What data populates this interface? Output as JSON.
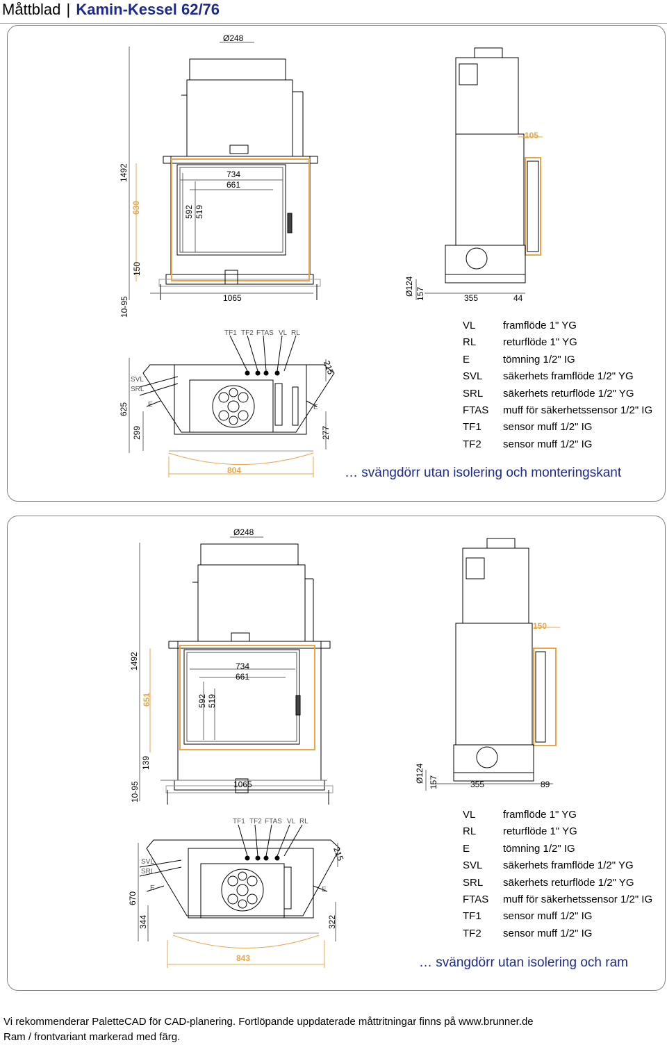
{
  "header": {
    "prefix": "Måttblad",
    "separator": "|",
    "title": "Kamin-Kessel 62/76"
  },
  "panels": [
    {
      "front": {
        "d248": "Ø248",
        "h1492": "1492",
        "h630": "630",
        "w734": "734",
        "w661": "661",
        "h592": "592",
        "h519": "519",
        "h150": "150",
        "w1065": "1065",
        "h1095": "10-95"
      },
      "side": {
        "w105": "105",
        "d124": "Ø124",
        "w157": "157",
        "w355": "355",
        "w44": "44"
      },
      "bottom": {
        "tf1": "TF1",
        "tf2": "TF2",
        "ftas": "FTAS",
        "vl": "VL",
        "rl": "RL",
        "svl": "SVL",
        "srl": "SRL",
        "e": "E",
        "h625": "625",
        "h299": "299",
        "h215": "215",
        "h277": "277",
        "w804": "804"
      },
      "legend": [
        {
          "code": "VL",
          "desc": "framflöde 1\" YG"
        },
        {
          "code": "RL",
          "desc": "returflöde 1\" YG"
        },
        {
          "code": "E",
          "desc": "tömning 1/2\" IG"
        },
        {
          "code": "SVL",
          "desc": "säkerhets framflöde 1/2\" YG"
        },
        {
          "code": "SRL",
          "desc": "säkerhets returflöde 1/2\" YG"
        },
        {
          "code": "FTAS",
          "desc": "muff för säkerhetssensor 1/2\" IG"
        },
        {
          "code": "TF1",
          "desc": "sensor muff 1/2\" IG"
        },
        {
          "code": "TF2",
          "desc": "sensor muff  1/2\" IG"
        }
      ],
      "variant": "… svängdörr utan isolering och monteringskant"
    },
    {
      "front": {
        "d248": "Ø248",
        "h1492": "1492",
        "h630": "651",
        "w734": "734",
        "w661": "661",
        "h592": "592",
        "h519": "519",
        "h150": "139",
        "w1065": "1065",
        "h1095": "10-95"
      },
      "side": {
        "w105": "150",
        "d124": "Ø124",
        "w157": "157",
        "w355": "355",
        "w44": "89"
      },
      "bottom": {
        "tf1": "TF1",
        "tf2": "TF2",
        "ftas": "FTAS",
        "vl": "VL",
        "rl": "RL",
        "svl": "SVL",
        "srl": "SRL",
        "e": "E",
        "h625": "670",
        "h299": "344",
        "h215": "215",
        "h277": "322",
        "w804": "843"
      },
      "legend": [
        {
          "code": "VL",
          "desc": "framflöde 1\" YG"
        },
        {
          "code": "RL",
          "desc": "returflöde 1\" YG"
        },
        {
          "code": "E",
          "desc": "tömning 1/2\" IG"
        },
        {
          "code": "SVL",
          "desc": "säkerhets framflöde 1/2\" YG"
        },
        {
          "code": "SRL",
          "desc": "säkerhets returflöde 1/2\" YG"
        },
        {
          "code": "FTAS",
          "desc": "muff för säkerhetssensor 1/2\" IG"
        },
        {
          "code": "TF1",
          "desc": "sensor muff 1/2\" IG"
        },
        {
          "code": "TF2",
          "desc": "sensor muff  1/2\" IG"
        }
      ],
      "variant": "… svängdörr utan isolering och ram"
    }
  ],
  "footer": {
    "line1": "Vi rekommenderar PaletteCAD för CAD-planering. Fortlöpande uppdaterade måttritningar finns på www.brunner.de",
    "line2": "Ram / frontvariant markerad med färg."
  },
  "colors": {
    "title": "#1b2a8c",
    "accent_frame": "#e8a54a",
    "line": "#000000",
    "panel_border": "#808080"
  }
}
